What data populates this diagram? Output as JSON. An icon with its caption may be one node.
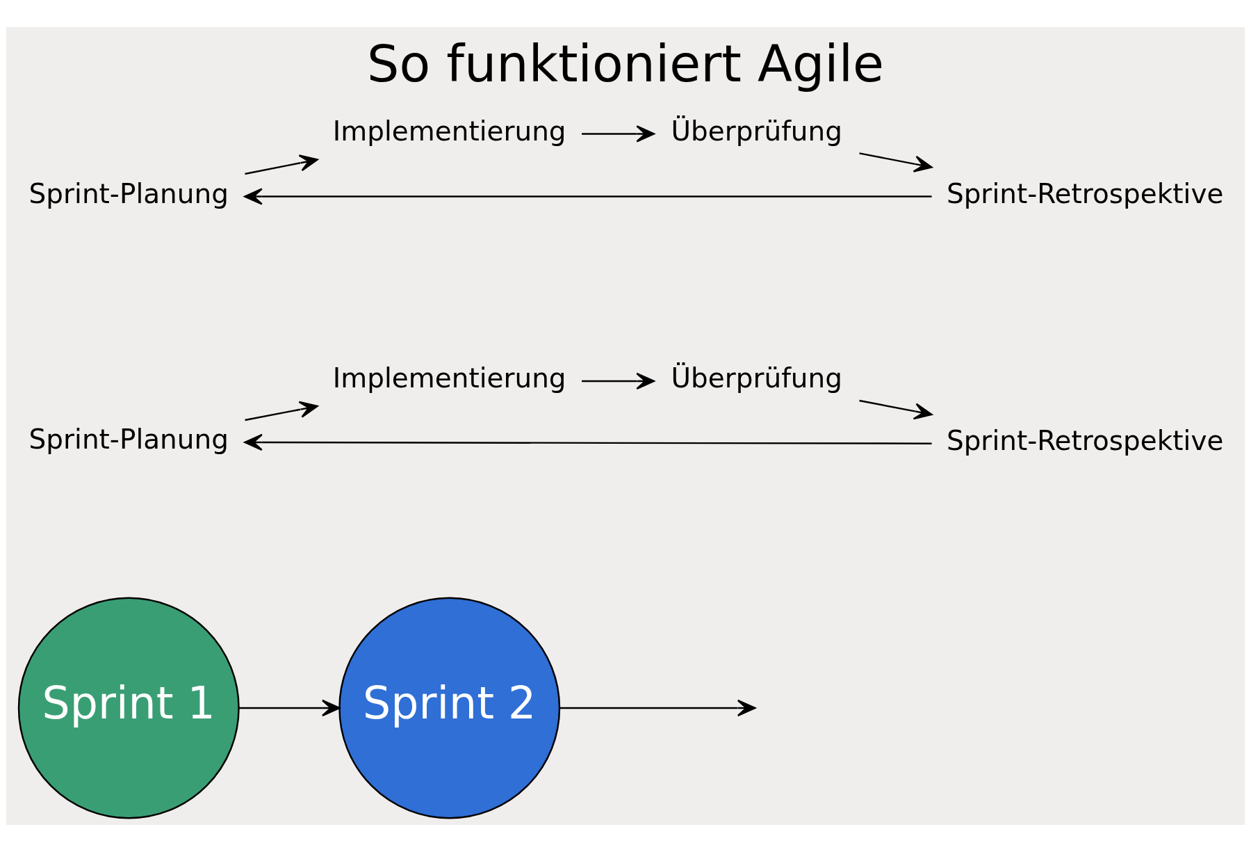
{
  "diagram": {
    "title": "So funktioniert Agile",
    "nodes": [
      {
        "text": [
          "Sprint 1"
        ]
      },
      {
        "text": [
          "Sprint-Planung"
        ]
      },
      {
        "text": [
          "Implementierung"
        ]
      },
      {
        "text": [
          "Überprüfung"
        ]
      },
      {
        "text": [
          "Sprint-Retrospektive"
        ]
      },
      {
        "text": [
          "Sprint 2"
        ]
      },
      {
        "text": [
          "Sprint-Planung"
        ]
      },
      {
        "text": [
          "Implementierung"
        ]
      },
      {
        "text": [
          "Überprüfung"
        ]
      },
      {
        "text": [
          "Sprint-Retrospektive"
        ]
      }
    ],
    "edges": [
      {
        "from": 1,
        "to": 2,
        "arrow": "to"
      },
      {
        "from": 2,
        "to": 3,
        "arrow": "to"
      },
      {
        "from": 3,
        "to": 4,
        "arrow": "to"
      },
      {
        "from": 4,
        "to": 1,
        "arrow": "to"
      },
      {
        "from": 0,
        "to": 5,
        "arrow": "to"
      },
      {
        "from": 6,
        "to": 7,
        "arrow": "to"
      },
      {
        "from": 7,
        "to": 8,
        "arrow": "to"
      },
      {
        "from": 8,
        "to": 9,
        "arrow": "to"
      },
      {
        "from": 9,
        "to": 6,
        "arrow": "to"
      },
      {
        "from": 5,
        "to": null,
        "arrow": "to"
      }
    ]
  }
}
